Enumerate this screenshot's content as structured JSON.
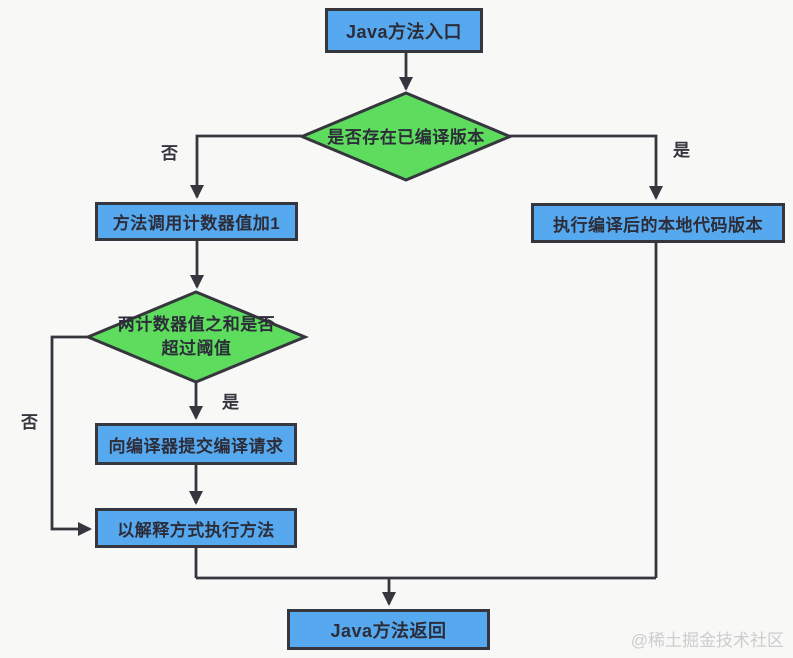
{
  "diagram": {
    "type": "flowchart",
    "background": "#f8f8f7",
    "colors": {
      "process_fill": "#56a9ee",
      "decision_fill": "#5ddc5d",
      "outline": "#36363e",
      "node_text": "#2d2d3a",
      "watermark": "#cdcdcd"
    },
    "nodes": {
      "entry": "Java方法入口",
      "check_compiled": "是否存在已编译版本",
      "inc_counter": "方法调用计数器值加1",
      "exec_native": "执行编译后的本地代码版本",
      "check_threshold_line1": "两计数器值之和是否",
      "check_threshold_line2": "超过阈值",
      "submit_compile": "向编译器提交编译请求",
      "interpret": "以解释方式执行方法",
      "return": "Java方法返回"
    },
    "edge_labels": {
      "compiled_no": "否",
      "compiled_yes": "是",
      "threshold_yes": "是",
      "threshold_no": "否"
    },
    "watermark": "@稀土掘金技术社区"
  }
}
